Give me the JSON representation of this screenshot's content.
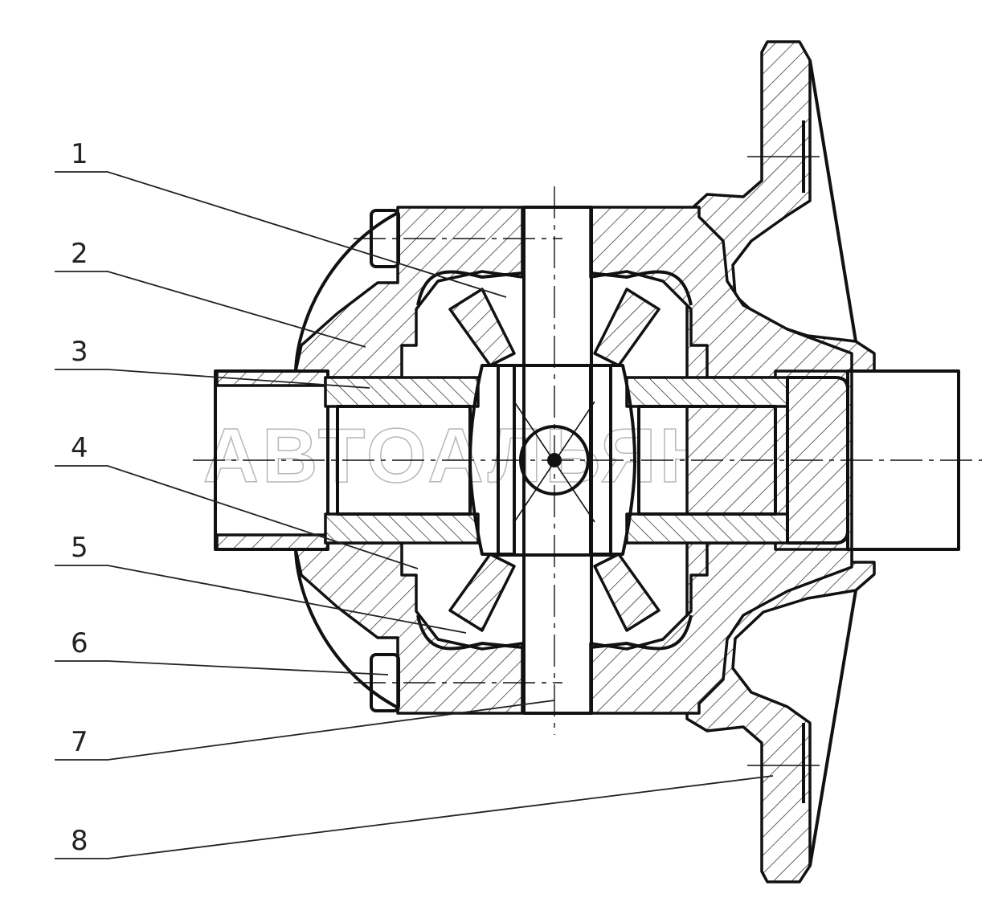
{
  "callouts": [
    {
      "label": "1"
    },
    {
      "label": "2"
    },
    {
      "label": "3"
    },
    {
      "label": "4"
    },
    {
      "label": "5"
    },
    {
      "label": "6"
    },
    {
      "label": "7"
    },
    {
      "label": "8"
    }
  ],
  "watermark": "АВТОАЛЬЯНС"
}
